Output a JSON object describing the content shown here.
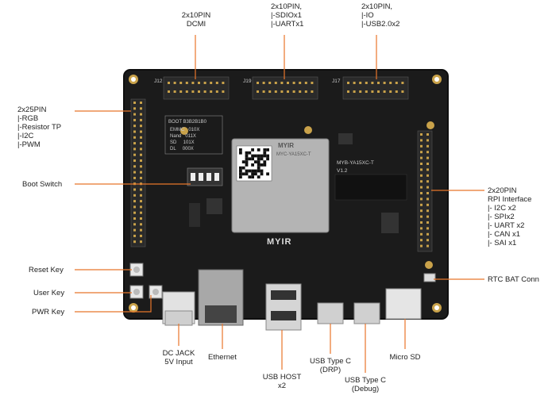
{
  "colors": {
    "board": "#1b1b1b",
    "board_edge": "#0e0e0e",
    "callout": "#e8762a",
    "header_pin": "#2a2a2a",
    "som": "#b4b4b4",
    "gold": "#c9a24a"
  },
  "labels": {
    "dcmi": "2x10PIN\nDCMI",
    "sdio": "2x10PIN,\n|-SDIOx1\n|-UARTx1",
    "usb2": "2x10PIN,\n|-IO\n|-USB2.0x2",
    "rgb": "2x25PIN\n|-RGB\n|-Resistor TP\n|-I2C\n|-PWM",
    "boot": "Boot Switch",
    "reset": "Reset Key",
    "user": "User Key",
    "pwr": "PWR Key",
    "rpi": "2x20PIN\nRPI Interface\n|- I2C x2\n|- SPIx2\n|- UART x2\n|- CAN x1\n|- SAI x1",
    "rtc": "RTC BAT Conn",
    "dcjack": "DC JACK\n5V Input",
    "ethernet": "Ethernet",
    "usbhost": "USB HOST\nx2",
    "usbc_drp": "USB Type C\n(DRP)",
    "usbc_dbg": "USB Type C\n(Debug)",
    "microsd": "Micro SD"
  },
  "board_text": {
    "som_brand": "MYIR",
    "som_model": "MYC-YA15XC-T",
    "board_model": "MYB-YA15XC-T",
    "board_ver": "V1.2",
    "brand": "MYIR",
    "j12": "J12",
    "j19": "J19",
    "j17": "J17",
    "boot_title": "BOOT B3B2B1B0",
    "boot_rows": [
      "EMMC   010X",
      "Nand   011X",
      "SD     101X",
      "DL     000X"
    ]
  }
}
